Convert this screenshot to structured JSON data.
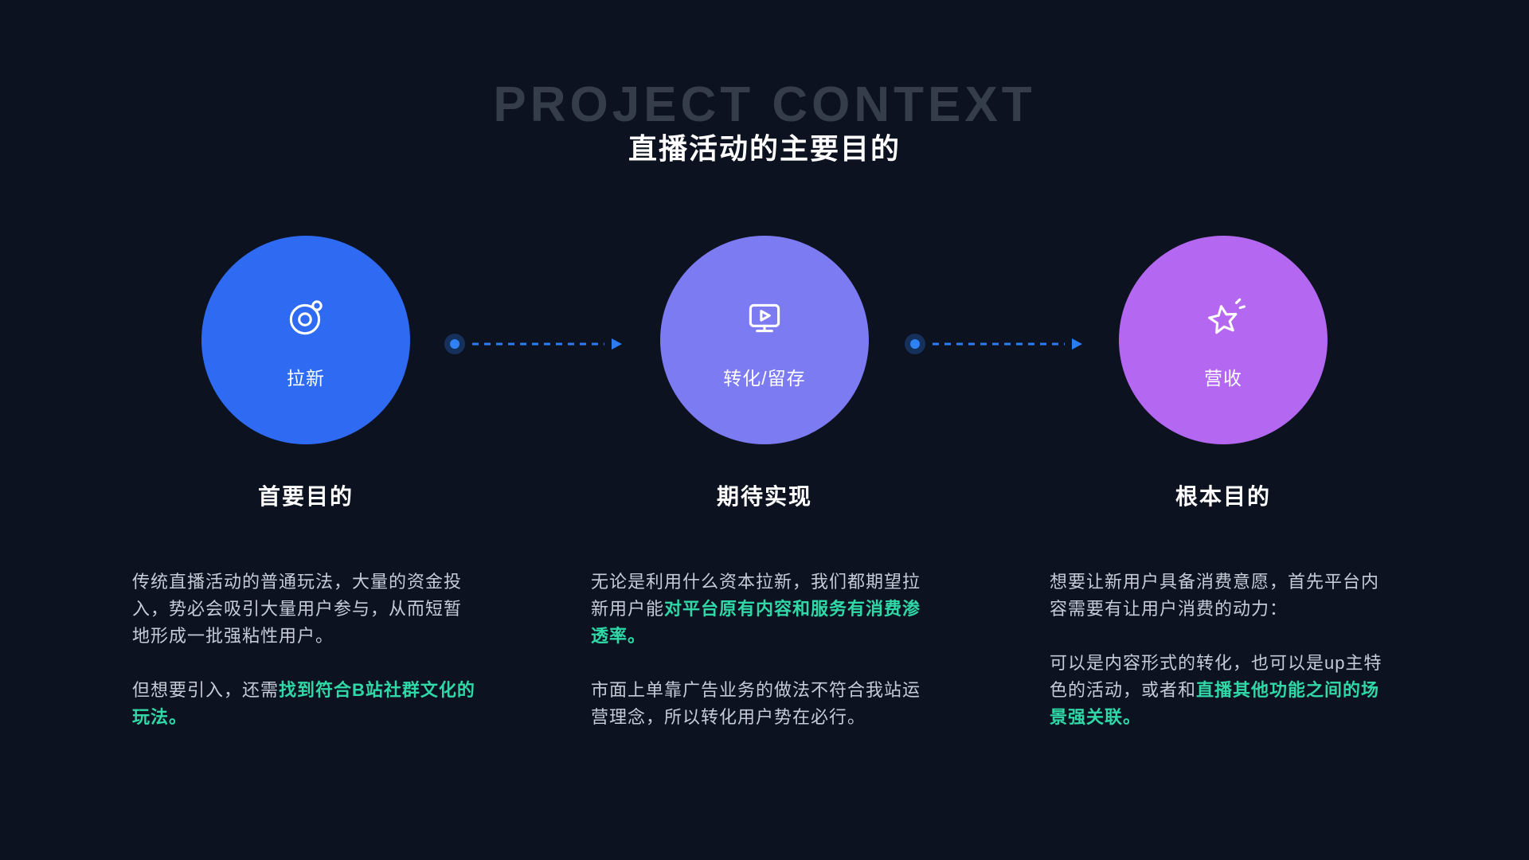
{
  "header": {
    "watermark": "PROJECT CONTEXT",
    "title": "直播活动的主要目的"
  },
  "columns": [
    {
      "id": "acquisition",
      "icon": "target-icon",
      "circle_label": "拉新",
      "heading": "首要目的",
      "paragraphs": [
        [
          {
            "text": "传统直播活动的普通玩法，大量的资金投入，势必会吸引大量用户参与，从而短暂地形成一批强粘性用户。",
            "highlight": false
          }
        ],
        [
          {
            "text": "但想要引入，还需",
            "highlight": false
          },
          {
            "text": "找到符合B站社群文化的玩法。",
            "highlight": true
          }
        ]
      ]
    },
    {
      "id": "conversion-retention",
      "icon": "monitor-play-icon",
      "circle_label": "转化/留存",
      "heading": "期待实现",
      "paragraphs": [
        [
          {
            "text": "无论是利用什么资本拉新，我们都期望拉新用户能",
            "highlight": false
          },
          {
            "text": "对平台原有内容和服务有消费渗透率。",
            "highlight": true
          }
        ],
        [
          {
            "text": "市面上单靠广告业务的做法不符合我站运营理念，所以转化用户势在必行。",
            "highlight": false
          }
        ]
      ]
    },
    {
      "id": "revenue",
      "icon": "star-icon",
      "circle_label": "营收",
      "heading": "根本目的",
      "paragraphs": [
        [
          {
            "text": "想要让新用户具备消费意愿，首先平台内容需要有让用户消费的动力：",
            "highlight": false
          }
        ],
        [
          {
            "text": "可以是内容形式的转化，也可以是up主特色的活动，或者和",
            "highlight": false
          },
          {
            "text": "直播其他功能之间的场景强关联。",
            "highlight": true
          }
        ]
      ]
    }
  ],
  "colors": {
    "background": "#0c1220",
    "circle_blue": "#2e6bf2",
    "circle_periwinkle": "#7d7bf2",
    "circle_purple": "#b468f2",
    "accent_green": "#2fd8a6",
    "arrow_blue": "#2b7cf2",
    "watermark_gray": "#353d4b",
    "text_gray": "#c6ccd7"
  }
}
